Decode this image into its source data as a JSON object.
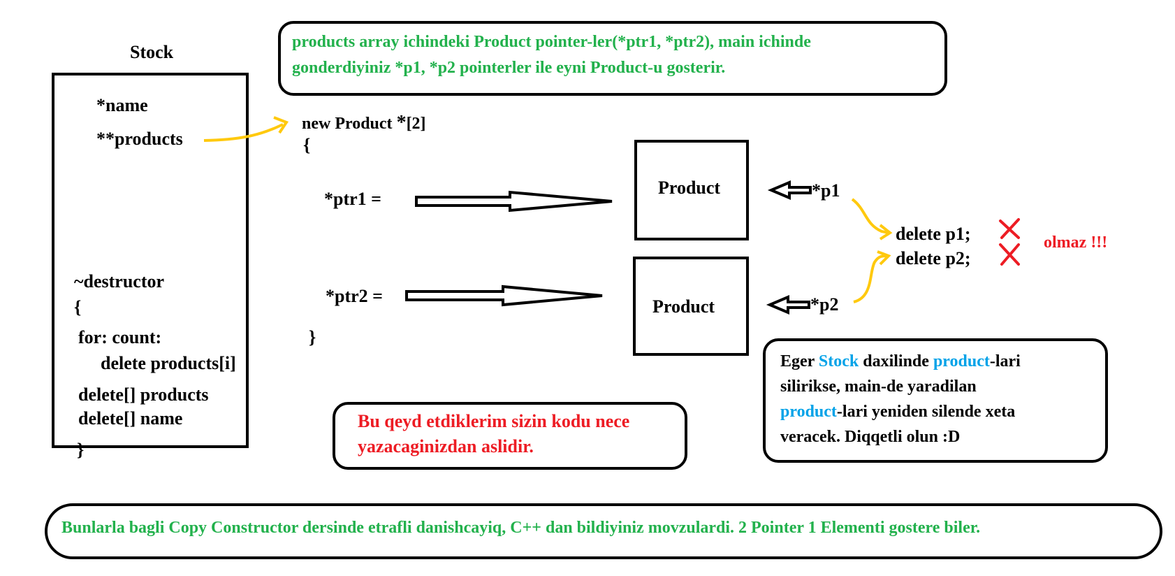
{
  "stock": {
    "title": "Stock",
    "field_name": "*name",
    "field_products": "**products",
    "destructor": {
      "name": "~destructor",
      "open_brace": "{",
      "for_line": "for: count:",
      "delete_item": "delete products[i]",
      "delete_products": "delete[] products",
      "delete_name": "delete[] name",
      "close_brace": "}"
    }
  },
  "top_note": {
    "line1": "products array ichindeki Product pointer-ler(*ptr1, *ptr2), main ichinde",
    "line2": "gonderdiyiniz *p1, *p2 pointerler ile eyni Product-u gosterir."
  },
  "array": {
    "declaration": "new Product",
    "star": "*",
    "size": "[2]",
    "open_brace": "{",
    "ptr1": "*ptr1 =",
    "ptr2": "*ptr2 =",
    "close_brace": "}"
  },
  "products": {
    "product1": "Product",
    "product2": "Product"
  },
  "pointers": {
    "p1": "*p1",
    "p2": "*p2"
  },
  "deletes": {
    "delete_p1": "delete p1;",
    "delete_p2": "delete p2;",
    "warning": "olmaz !!!"
  },
  "middle_note": {
    "line1": "Bu qeyd etdiklerim sizin kodu nece",
    "line2": "yazacaginizdan aslidir."
  },
  "right_note": {
    "w1": "Eger ",
    "w2": "Stock",
    "w3": " daxilinde ",
    "w4": "product",
    "w5": "-lari",
    "line2": "silirikse, main-de yaradilan",
    "w6": "product",
    "w7": "-lari yeniden silende xeta",
    "line4": "veracek. Diqqetli olun :D"
  },
  "bottom_note": {
    "text": "Bunlarla bagli Copy Constructor dersinde etrafli danishcayiq, C++ dan bildiyiniz movzulardi. 2 Pointer 1 Elementi gostere biler."
  },
  "colors": {
    "green": "#22b14c",
    "red": "#ed1c24",
    "blue": "#00a2e8",
    "yellow": "#ffc90e",
    "black": "#000000"
  }
}
